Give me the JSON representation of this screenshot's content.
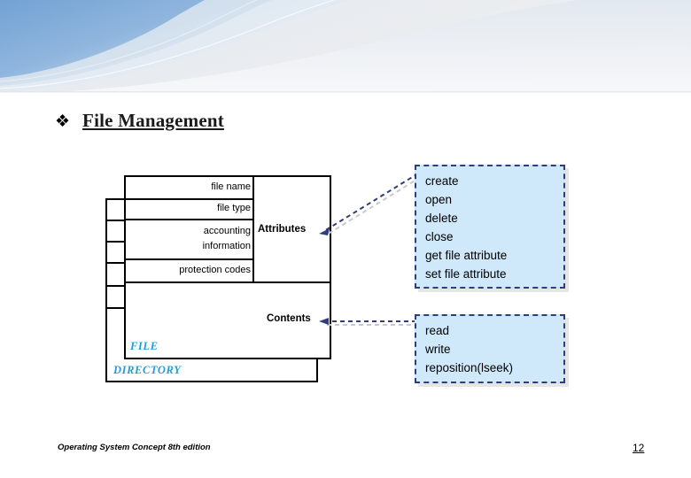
{
  "slide": {
    "heading": {
      "bullet_glyph": "❖",
      "text": "File Management"
    },
    "footer": {
      "note": "Operating System Concept 8th edition",
      "page_number": "12"
    }
  },
  "colors": {
    "banner_blue": "#7ba7d6",
    "banner_light": "#e9edf1",
    "opbox_fill": "#cfe8fa",
    "opbox_border": "#2f3d79",
    "blue_label": "#1f9fd8",
    "diagram_stroke": "#000000"
  },
  "diagram": {
    "file_label": "FILE",
    "directory_label": "DIRECTORY",
    "attribute_rows": [
      "file name",
      "file type",
      "accounting\ninformation",
      "protection codes"
    ],
    "attribute_rows_flat": {
      "r0": "file name",
      "r1": "file type",
      "r2a": "accounting",
      "r2b": "information",
      "r3": "protection codes"
    },
    "callouts": {
      "attributes": "Attributes",
      "contents": "Contents"
    }
  },
  "operations": {
    "attributes_box": {
      "items": [
        "create",
        "open",
        "delete",
        "close",
        "get file attribute",
        "set file attribute"
      ]
    },
    "contents_box": {
      "items": [
        "read",
        "write",
        "reposition(lseek)"
      ]
    }
  }
}
